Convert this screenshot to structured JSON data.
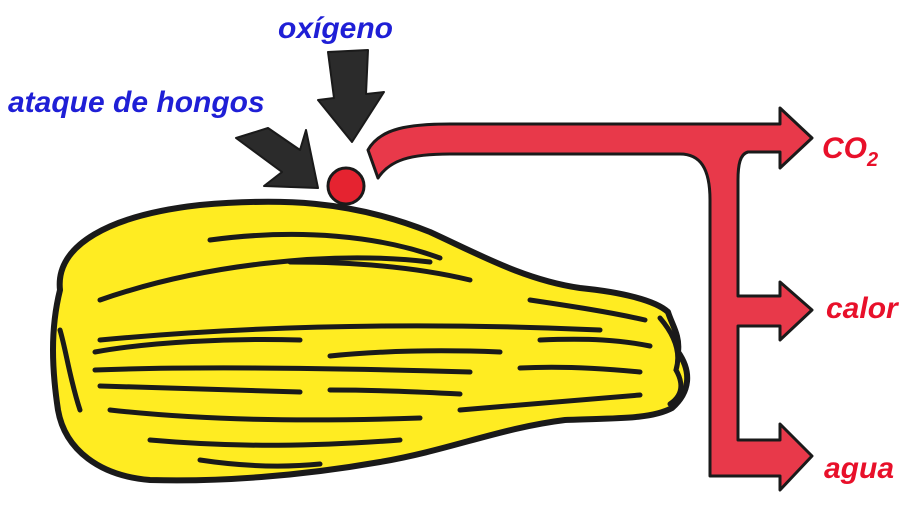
{
  "labels": {
    "oxygen": "oxígeno",
    "fungal_attack": "ataque de hongos",
    "co2_main": "CO",
    "co2_sub": "2",
    "heat": "calor",
    "water": "agua"
  },
  "colors": {
    "blue_text": "#1f1fd6",
    "red_text": "#e8102a",
    "fruit_fill": "#ffec22",
    "outline": "#1a1a1a",
    "arrow_fill": "#e8394a",
    "dark_arrow": "#2b2b2b",
    "cell": "#e52330"
  }
}
